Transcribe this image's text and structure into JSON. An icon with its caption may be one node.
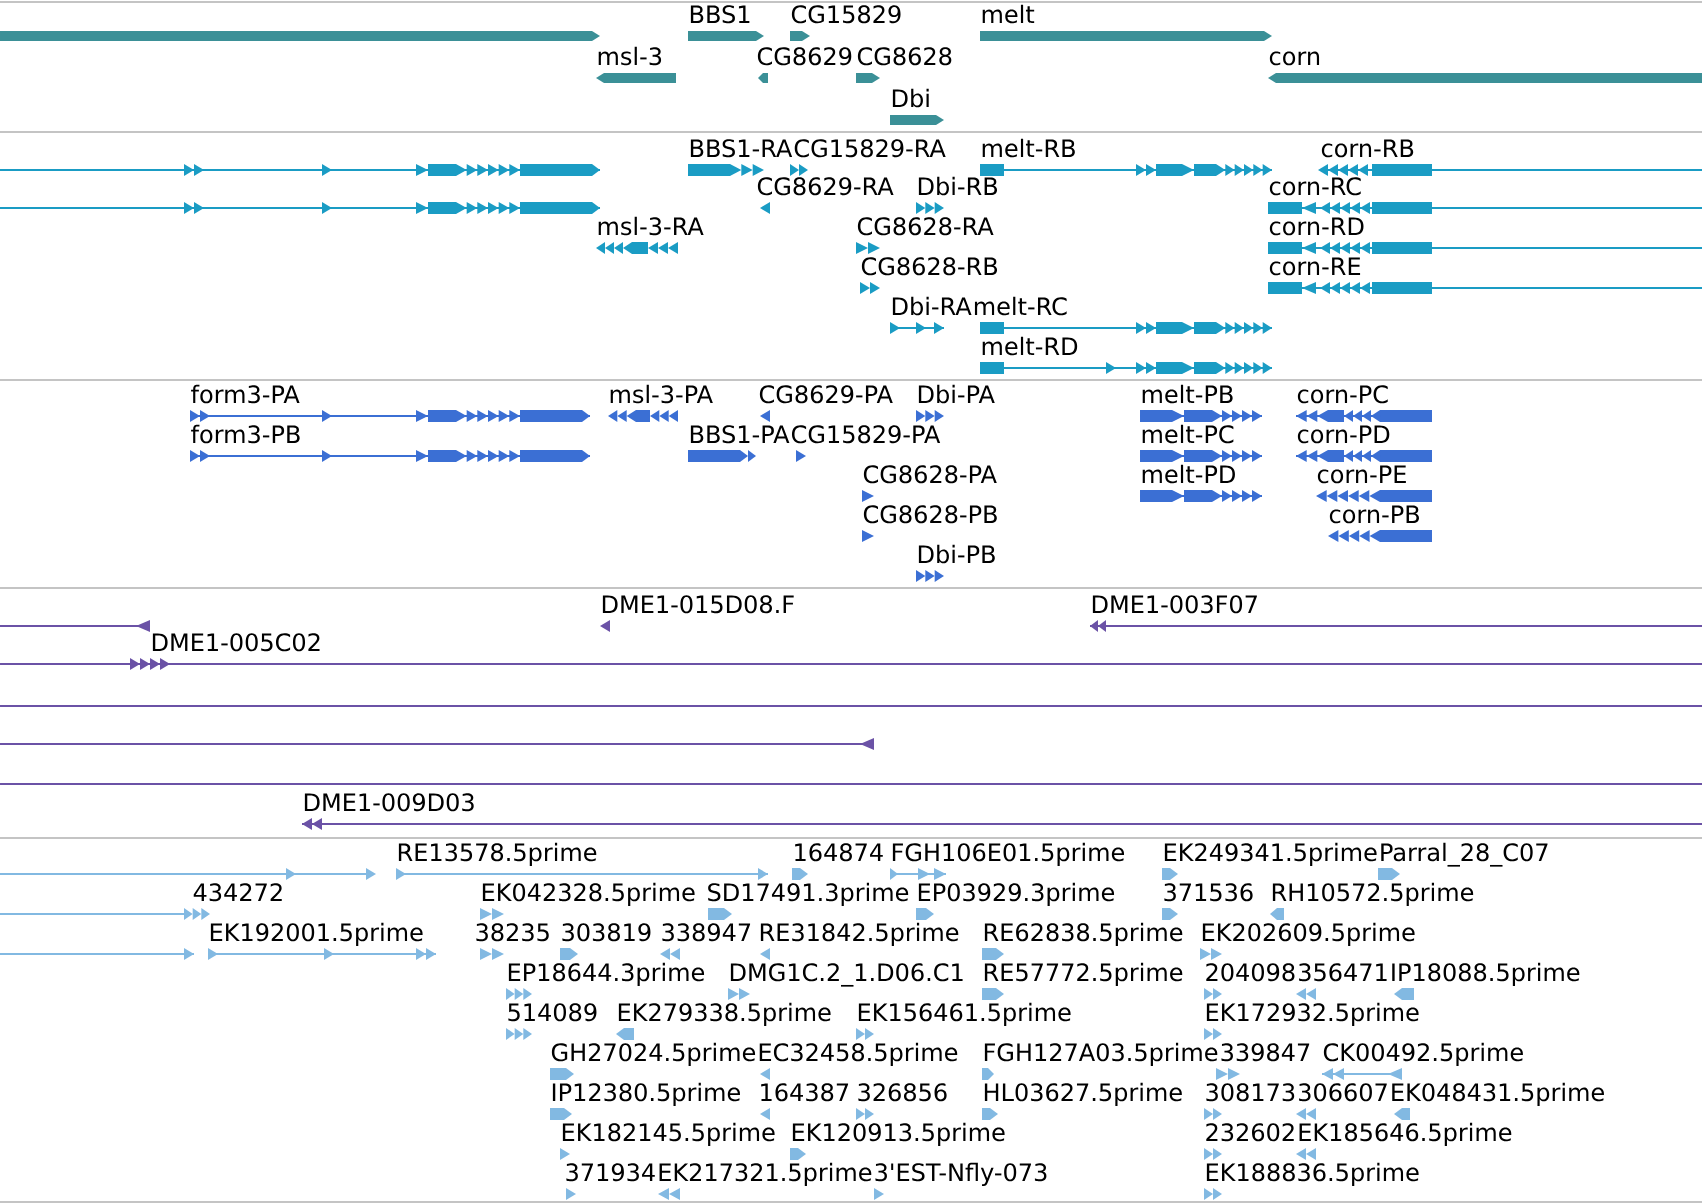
{
  "diagram": {
    "labels": [
      "BBS1",
      "CG15829",
      "melt",
      "msl-3",
      "CG8629",
      "CG8628",
      "corn",
      "Dbi",
      "BBS1-RA",
      "CG15829-RA",
      "melt-RB",
      "corn-RB",
      "CG8629-RA",
      "Dbi-RB",
      "corn-RC",
      "msl-3-RA",
      "CG8628-RA",
      "corn-RD",
      "CG8628-RB",
      "corn-RE",
      "Dbi-RA",
      "melt-RC",
      "melt-RD",
      "form3-PA",
      "msl-3-PA",
      "CG8629-PA",
      "Dbi-PA",
      "melt-PB",
      "corn-PC",
      "form3-PB",
      "BBS1-PA",
      "CG15829-PA",
      "melt-PC",
      "corn-PD",
      "CG8628-PA",
      "melt-PD",
      "corn-PE",
      "CG8628-PB",
      "corn-PB",
      "Dbi-PB",
      "DME1-015D08.F",
      "DME1-003F07",
      "DME1-005C02",
      "DME1-009D03",
      "RE13578.5prime",
      "164874",
      "FGH106E01.5prime",
      "EK249341.5prime",
      "Parral_28_C07",
      "434272",
      "EK042328.5prime",
      "SD17491.3prime",
      "EP03929.3prime",
      "371536",
      "RH10572.5prime",
      "EK192001.5prime",
      "38235",
      "303819",
      "338947",
      "RE31842.5prime",
      "RE62838.5prime",
      "EK202609.5prime",
      "EP18644.3prime",
      "DMG1C.2_1.D06.C1",
      "RE57772.5prime",
      "204098",
      "356471",
      "IP18088.5prime",
      "514089",
      "EK279338.5prime",
      "EK156461.5prime",
      "EK172932.5prime",
      "GH27024.5prime",
      "EC32458.5prime",
      "FGH127A03.5prime",
      "339847",
      "CK00492.5prime",
      "IP12380.5prime",
      "164387",
      "326856",
      "HL03627.5prime",
      "308173",
      "306607",
      "EK048431.5prime",
      "EK182145.5prime",
      "EK120913.5prime",
      "232602",
      "EK185646.5prime",
      "371934",
      "EK217321.5prime",
      "3'EST-Nfly-073",
      "EK188836.5prime"
    ]
  }
}
